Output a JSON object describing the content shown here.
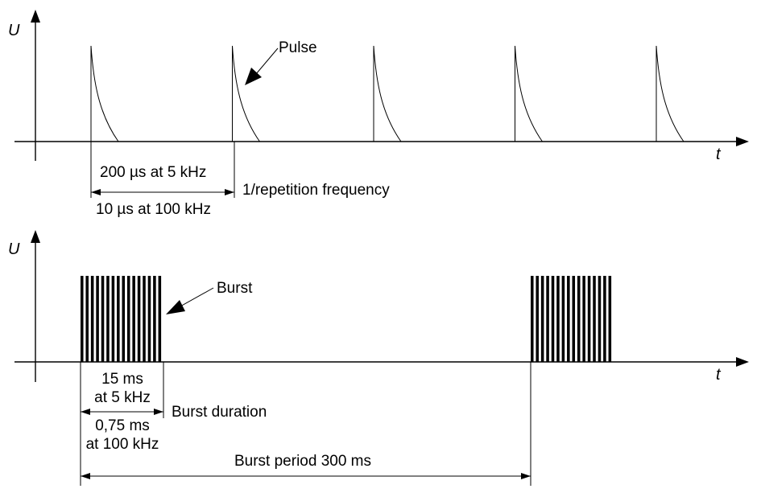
{
  "top_diagram": {
    "y_axis_label": "U",
    "x_axis_label": "t",
    "pulse_label": "Pulse",
    "interval_label_1": "200 µs at 5 kHz",
    "interval_label_2": "10 µs at 100 kHz",
    "interval_name": "1/repetition frequency",
    "pulse_count": 5
  },
  "bottom_diagram": {
    "y_axis_label": "U",
    "x_axis_label": "t",
    "burst_label": "Burst",
    "duration_line1": "15 ms",
    "duration_line2": "at 5 kHz",
    "duration_line3": "0,75 ms",
    "duration_line4": "at 100 kHz",
    "duration_name": "Burst duration",
    "period_label": "Burst period 300 ms",
    "burst_count": 2,
    "pulses_per_burst": 16
  }
}
